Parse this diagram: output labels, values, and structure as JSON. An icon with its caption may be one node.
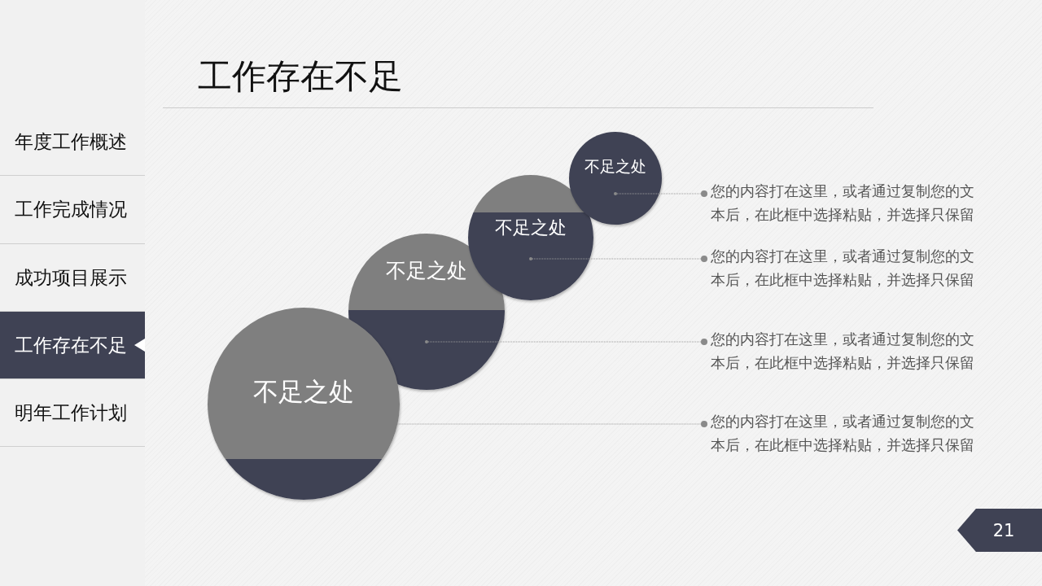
{
  "diagram": {
    "title": "工作存在不足",
    "nodes": [
      {
        "text": [
          "年度工作概述"
        ]
      },
      {
        "text": [
          "工作完成情况"
        ]
      },
      {
        "text": [
          "成功项目展示"
        ]
      },
      {
        "text": [
          "工作存在不足"
        ]
      },
      {
        "text": [
          "明年工作计划"
        ]
      },
      {
        "text": [
          "不足之处"
        ]
      },
      {
        "text": [
          "不足之处"
        ]
      },
      {
        "text": [
          "不足之处"
        ]
      },
      {
        "text": [
          "不足之处"
        ]
      },
      {
        "text": [
          "您的内容打在这里，或者通过复制您的文本后，在此框中选择粘贴，并选择只保留"
        ]
      },
      {
        "text": [
          "您的内容打在这里，或者通过复制您的文本后，在此框中选择粘贴，并选择只保留"
        ]
      },
      {
        "text": [
          "您的内容打在这里，或者通过复制您的文本后，在此框中选择粘贴，并选择只保留"
        ]
      },
      {
        "text": [
          "您的内容打在这里，或者通过复制您的文本后，在此框中选择粘贴，并选择只保留"
        ]
      },
      {
        "text": [
          "21"
        ]
      }
    ],
    "edges": [
      {
        "from": 5,
        "to": 9,
        "arrow": "other",
        "style": "dashed"
      },
      {
        "from": 6,
        "to": 10,
        "arrow": "other",
        "style": "dashed"
      },
      {
        "from": 7,
        "to": 11,
        "arrow": "other",
        "style": "dashed"
      },
      {
        "from": 8,
        "to": 12,
        "arrow": "other",
        "style": "dashed"
      }
    ]
  }
}
